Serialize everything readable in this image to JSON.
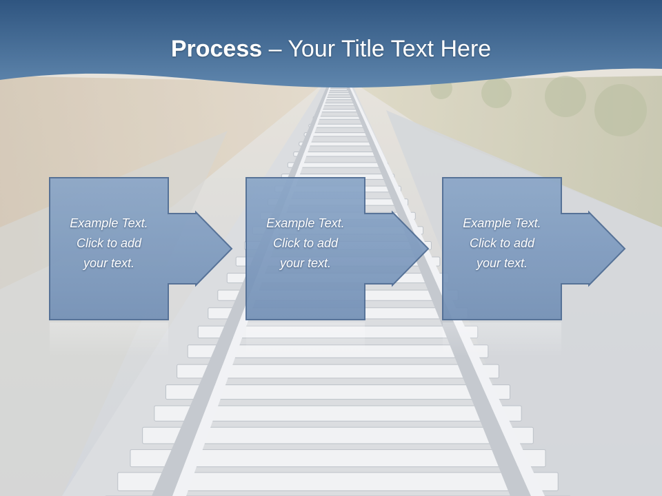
{
  "slide": {
    "title_bold": "Process",
    "title_rest": " – Your Title Text Here"
  },
  "steps": [
    {
      "line1": "Example Text.",
      "line2": "Click  to add",
      "line3": "your text."
    },
    {
      "line1": "Example Text.",
      "line2": "Click  to add",
      "line3": "your text."
    },
    {
      "line1": "Example Text.",
      "line2": "Click  to add",
      "line3": "your text."
    }
  ],
  "colors": {
    "header_blue": "#3f6790",
    "box_fill": "#7f9cc0",
    "box_border": "#4c6a92",
    "title_text": "#ffffff"
  }
}
